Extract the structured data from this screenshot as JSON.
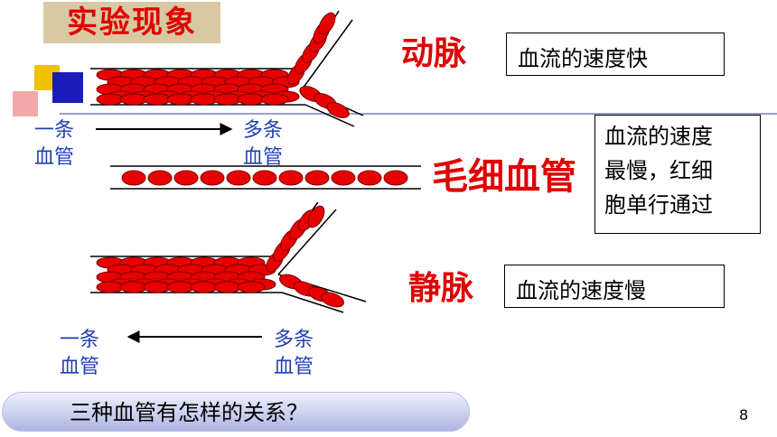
{
  "title": "实验现象",
  "vessels": {
    "artery": {
      "name": "动脉",
      "description": "血流的速度快"
    },
    "capillary": {
      "name": "毛细血管",
      "description_lines": [
        "血流的速度",
        "最慢，红细",
        "胞单行通过"
      ]
    },
    "vein": {
      "name": "静脉",
      "description": "血流的速度慢"
    }
  },
  "flow_labels": {
    "top": {
      "single": [
        "一条",
        "血管"
      ],
      "multiple": [
        "多条",
        "血管"
      ]
    },
    "bottom": {
      "single": [
        "一条",
        "血管"
      ],
      "multiple": [
        "多条",
        "血管"
      ]
    }
  },
  "question": "三种血管有怎样的关系？",
  "page_number": "8",
  "colors": {
    "cell": "#e80000",
    "title": "#e00000",
    "label": "#1f3fb0",
    "title_bg": "#d8c9a3"
  }
}
